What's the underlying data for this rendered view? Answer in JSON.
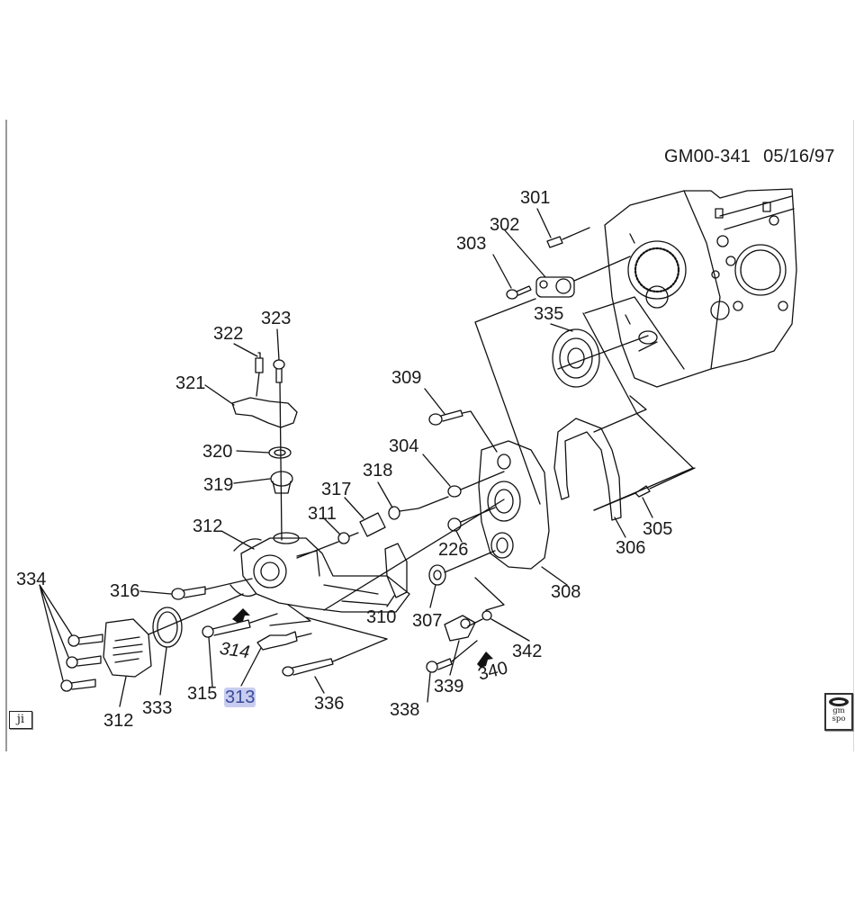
{
  "diagram": {
    "document_id": "GM00-341",
    "date": "05/16/97",
    "selected_callout": "313",
    "callouts": [
      {
        "id": "301",
        "label": "301"
      },
      {
        "id": "302",
        "label": "302"
      },
      {
        "id": "303",
        "label": "303"
      },
      {
        "id": "335",
        "label": "335"
      },
      {
        "id": "323",
        "label": "323"
      },
      {
        "id": "322",
        "label": "322"
      },
      {
        "id": "321",
        "label": "321"
      },
      {
        "id": "320",
        "label": "320"
      },
      {
        "id": "319",
        "label": "319"
      },
      {
        "id": "309",
        "label": "309"
      },
      {
        "id": "304",
        "label": "304"
      },
      {
        "id": "318",
        "label": "318"
      },
      {
        "id": "317",
        "label": "317"
      },
      {
        "id": "311",
        "label": "311"
      },
      {
        "id": "312a",
        "label": "312"
      },
      {
        "id": "226",
        "label": "226"
      },
      {
        "id": "305",
        "label": "305"
      },
      {
        "id": "306",
        "label": "306"
      },
      {
        "id": "308",
        "label": "308"
      },
      {
        "id": "334",
        "label": "334"
      },
      {
        "id": "316",
        "label": "316"
      },
      {
        "id": "310",
        "label": "310"
      },
      {
        "id": "307",
        "label": "307"
      },
      {
        "id": "342",
        "label": "342"
      },
      {
        "id": "314",
        "label": "314"
      },
      {
        "id": "340",
        "label": "340"
      },
      {
        "id": "315",
        "label": "315"
      },
      {
        "id": "313",
        "label": "313"
      },
      {
        "id": "336",
        "label": "336"
      },
      {
        "id": "339",
        "label": "339"
      },
      {
        "id": "338",
        "label": "338"
      },
      {
        "id": "312b",
        "label": "312"
      },
      {
        "id": "333",
        "label": "333"
      }
    ]
  },
  "badges": {
    "left_box": "ji",
    "right_icon": {
      "name": "gm-spo-icon",
      "line1": "gm",
      "line2": "spo"
    }
  },
  "colors": {
    "highlight_bg": "#c8cdf0",
    "highlight_text": "#3a4a9a",
    "frame_border": "#9a9a9a"
  }
}
